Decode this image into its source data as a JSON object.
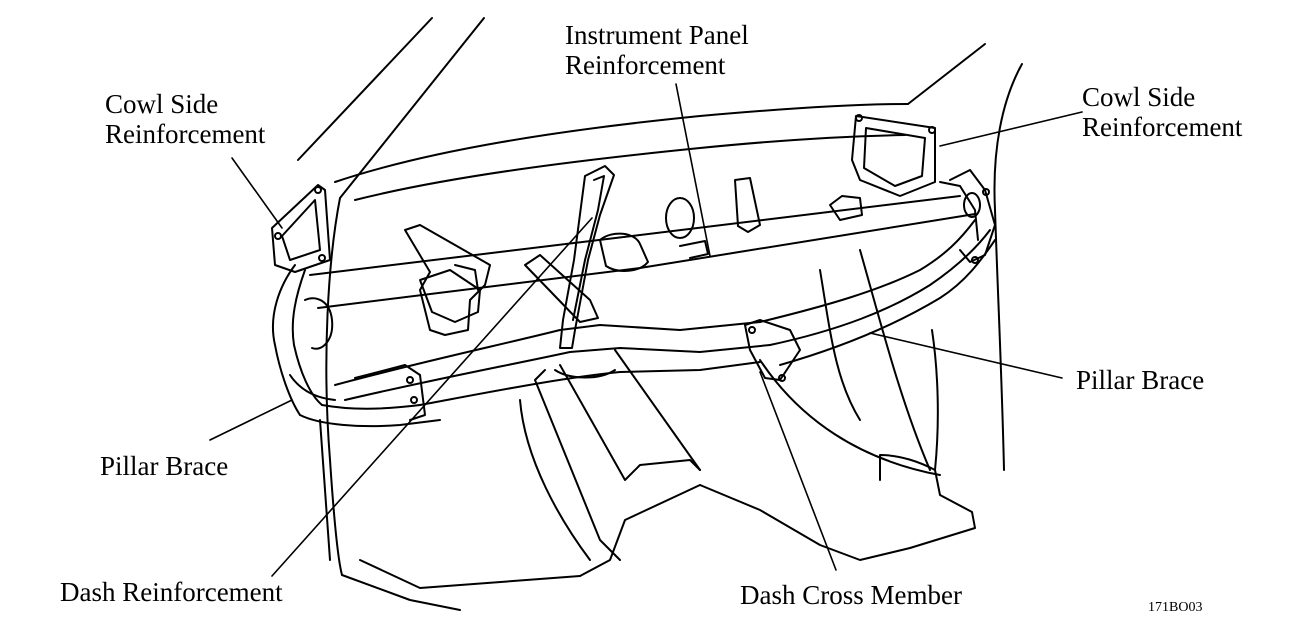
{
  "labels": {
    "instrument_panel": {
      "line1": "Instrument Panel",
      "line2": "Reinforcement"
    },
    "cowl_side_left": {
      "line1": "Cowl Side",
      "line2": "Reinforcement"
    },
    "cowl_side_right": {
      "line1": "Cowl Side",
      "line2": "Reinforcement"
    },
    "pillar_brace_left": "Pillar Brace",
    "pillar_brace_right": "Pillar Brace",
    "dash_reinforcement": "Dash Reinforcement",
    "dash_cross_member": "Dash Cross Member"
  },
  "figure_code": "171BO03",
  "colors": {
    "line": "#000000",
    "background": "#ffffff"
  }
}
